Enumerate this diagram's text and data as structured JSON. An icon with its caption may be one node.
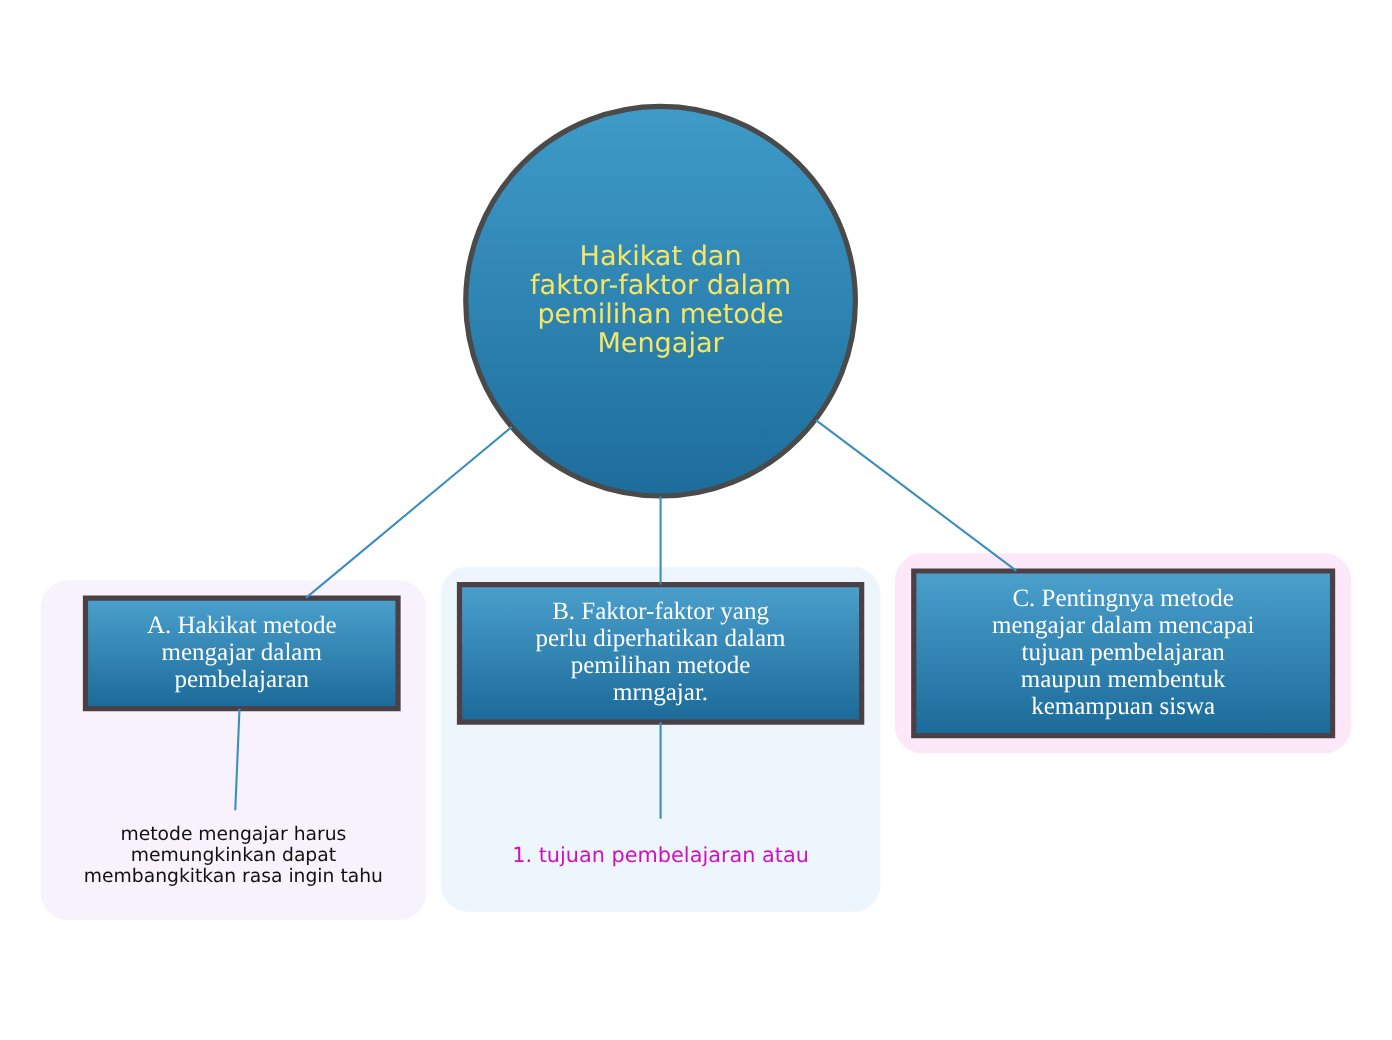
{
  "diagram": {
    "nodes": [
      {
        "text": [
          "Hakikat dan faktor-faktor dalam pemilihan metode Mengajar"
        ]
      },
      {
        "text": [],
        "shape": "box"
      },
      {
        "text": [
          "A. Hakikat metode mengajar dalam pembelajaran"
        ],
        "in": 1
      },
      {
        "text": [
          "metode mengajar harus memungkinkan dapat membangkitkan rasa ingin tahu"
        ],
        "in": 1
      },
      {
        "text": [],
        "shape": "box"
      },
      {
        "text": [
          "B. Faktor-faktor yang perlu diperhatikan dalam pemilihan metode mrngajar."
        ],
        "in": 4
      },
      {
        "text": [
          "1. tujuan pembelajaran atau"
        ],
        "in": 4
      },
      {
        "text": [],
        "shape": "box"
      },
      {
        "text": [
          "C. Pentingnya metode mengajar dalam mencapai tujuan pembelajaran maupun membentuk kemampuan siswa"
        ],
        "in": 7
      }
    ],
    "edges": [
      {
        "from": 0,
        "to": 2,
        "arrow": "none"
      },
      {
        "from": 0,
        "to": 5,
        "arrow": "none"
      },
      {
        "from": 0,
        "to": 8,
        "arrow": "none"
      },
      {
        "from": 2,
        "to": 3,
        "arrow": "none"
      },
      {
        "from": 5,
        "to": 6,
        "arrow": "none"
      }
    ]
  }
}
